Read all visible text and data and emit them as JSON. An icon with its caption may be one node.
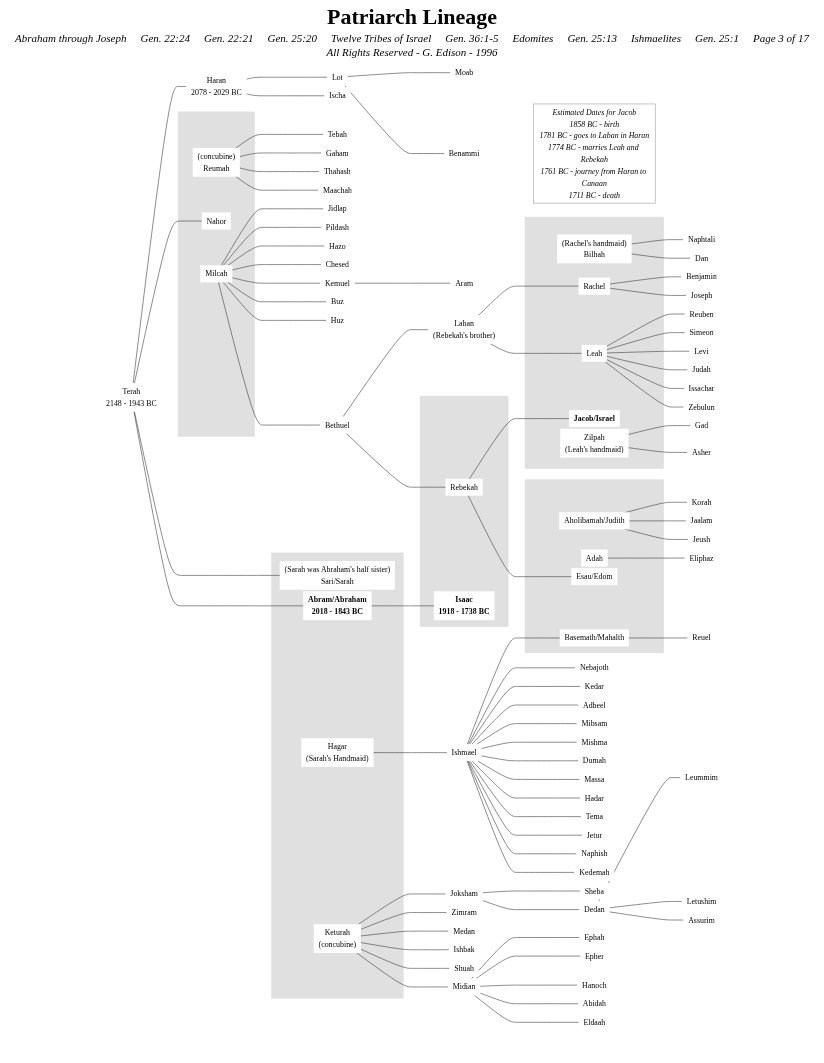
{
  "diagram": {
    "title": "Patriarch Lineage",
    "nodes": [
      {
        "text": [
          "Terah",
          "2148 - 1943 BC"
        ]
      },
      {
        "text": [
          "Haran",
          "2078 - 2029 BC"
        ]
      },
      {
        "text": [
          "Lot"
        ]
      },
      {
        "text": [
          "Ischa"
        ]
      },
      {
        "text": [
          "Moab"
        ]
      },
      {
        "text": [
          "Benammi"
        ]
      },
      {
        "text": [],
        "shape": "box"
      },
      {
        "text": [
          "(concubine)",
          "Reumah"
        ],
        "in": 6
      },
      {
        "text": [
          "Nahor"
        ],
        "in": 6
      },
      {
        "text": [
          "Milcah"
        ],
        "in": 6
      },
      {
        "text": [
          "Tebah"
        ]
      },
      {
        "text": [
          "Gaham"
        ]
      },
      {
        "text": [
          "Thahash"
        ]
      },
      {
        "text": [
          "Maachah"
        ]
      },
      {
        "text": [
          "Jidlap"
        ]
      },
      {
        "text": [
          "Pildash"
        ]
      },
      {
        "text": [
          "Hazo"
        ]
      },
      {
        "text": [
          "Chesed"
        ]
      },
      {
        "text": [
          "Kemuel"
        ]
      },
      {
        "text": [
          "Buz"
        ]
      },
      {
        "text": [
          "Huz"
        ]
      },
      {
        "text": [
          "Bethuel"
        ]
      },
      {
        "text": [
          "Aram"
        ]
      },
      {
        "text": [
          "Laban",
          "(Rebekah's brother)"
        ]
      },
      {
        "text": [],
        "shape": "box"
      },
      {
        "text": [
          "Rebekah"
        ],
        "in": 24
      },
      {
        "text": [
          "Isaac",
          "1918 - 1738 BC"
        ],
        "in": 24
      },
      {
        "text": [],
        "shape": "box"
      },
      {
        "text": [
          "(Rachel's handmaid)",
          "Bilhah"
        ],
        "in": 27
      },
      {
        "text": [
          "Rachel"
        ],
        "in": 27
      },
      {
        "text": [
          "Jacob/Israel"
        ],
        "in": 27
      },
      {
        "text": [
          "Leah"
        ],
        "in": 27
      },
      {
        "text": [
          "Zilpah",
          "(Leah's handmaid)"
        ],
        "in": 27
      },
      {
        "text": [
          "Naphtali"
        ]
      },
      {
        "text": [
          "Dan"
        ]
      },
      {
        "text": [
          "Benjamin"
        ]
      },
      {
        "text": [
          "Joseph"
        ]
      },
      {
        "text": [
          "Reuben"
        ]
      },
      {
        "text": [
          "Simeon"
        ]
      },
      {
        "text": [
          "Levi"
        ]
      },
      {
        "text": [
          "Judah"
        ]
      },
      {
        "text": [
          "Issachar"
        ]
      },
      {
        "text": [
          "Zebulun"
        ]
      },
      {
        "text": [
          "Gad"
        ]
      },
      {
        "text": [
          "Asher"
        ]
      },
      {
        "text": [
          "Korah"
        ]
      },
      {
        "text": [
          "Jaalam"
        ]
      },
      {
        "text": [
          "Jeush"
        ]
      },
      {
        "text": [],
        "shape": "box"
      },
      {
        "text": [
          "Aholibamah/Judith"
        ],
        "in": 48
      },
      {
        "text": [
          "Adah"
        ],
        "in": 48
      },
      {
        "text": [
          "Esau/Edom"
        ],
        "in": 48
      },
      {
        "text": [
          "Basemath/Mahalth"
        ],
        "in": 48
      },
      {
        "text": [
          "Eliphaz"
        ]
      },
      {
        "text": [
          "Reuel"
        ]
      },
      {
        "text": [],
        "shape": "box"
      },
      {
        "text": [
          "(Sarah was Abraham's half sister)",
          "Sari/Sarah"
        ],
        "in": 55
      },
      {
        "text": [
          "Abram/Abraham",
          "2018 - 1843 BC"
        ],
        "in": 55
      },
      {
        "text": [
          "Hagar",
          "(Sarah's Handmaid)"
        ],
        "in": 55
      },
      {
        "text": [
          "Keturah",
          "(concubine)"
        ],
        "in": 55
      },
      {
        "text": [
          "Ishmael"
        ]
      },
      {
        "text": [
          "Nebajoth"
        ]
      },
      {
        "text": [
          "Kedar"
        ]
      },
      {
        "text": [
          "Adbeel"
        ]
      },
      {
        "text": [
          "Mibsam"
        ]
      },
      {
        "text": [
          "Mishma"
        ]
      },
      {
        "text": [
          "Dumah"
        ]
      },
      {
        "text": [
          "Massa"
        ]
      },
      {
        "text": [
          "Hadar"
        ]
      },
      {
        "text": [
          "Tema"
        ]
      },
      {
        "text": [
          "Jetur"
        ]
      },
      {
        "text": [
          "Naphish"
        ]
      },
      {
        "text": [
          "Kedemah"
        ]
      },
      {
        "text": [
          "Joksham"
        ]
      },
      {
        "text": [
          "Zimram"
        ]
      },
      {
        "text": [
          "Medan"
        ]
      },
      {
        "text": [
          "Ishbak"
        ]
      },
      {
        "text": [
          "Shuah"
        ]
      },
      {
        "text": [
          "Midian"
        ]
      },
      {
        "text": [
          "Sheba"
        ]
      },
      {
        "text": [
          "Dedan"
        ]
      },
      {
        "text": [
          "Leummim"
        ]
      },
      {
        "text": [
          "Letushim"
        ]
      },
      {
        "text": [
          "Assurim"
        ]
      },
      {
        "text": [
          "Ephah"
        ]
      },
      {
        "text": [
          "Epher"
        ]
      },
      {
        "text": [
          "Hanoch"
        ]
      },
      {
        "text": [
          "Abidah"
        ]
      },
      {
        "text": [
          "Eldaah"
        ]
      },
      {
        "text": [
          "Estimated Dates for Jacob",
          "1858 BC - birth",
          "1781 BC - goes to Laban in Haran",
          "1774 BC - marries Leah and Rebekah",
          "1761 BC - journey from Haran to Canaan",
          "1711 BC - death"
        ]
      }
    ],
    "edges": [
      {
        "from": 0,
        "to": 1,
        "arrow": "none"
      },
      {
        "from": 0,
        "to": 8,
        "arrow": "none"
      },
      {
        "from": 0,
        "to": 56,
        "arrow": "none"
      },
      {
        "from": 0,
        "to": 57,
        "arrow": "none"
      },
      {
        "from": 1,
        "to": 2,
        "arrow": "none"
      },
      {
        "from": 1,
        "to": 3,
        "arrow": "none"
      },
      {
        "from": 2,
        "to": 4,
        "arrow": "none"
      },
      {
        "from": 2,
        "to": 5,
        "arrow": "none"
      },
      {
        "from": 7,
        "to": 10,
        "arrow": "none"
      },
      {
        "from": 7,
        "to": 11,
        "arrow": "none"
      },
      {
        "from": 7,
        "to": 12,
        "arrow": "none"
      },
      {
        "from": 7,
        "to": 13,
        "arrow": "none"
      },
      {
        "from": 9,
        "to": 14,
        "arrow": "none"
      },
      {
        "from": 9,
        "to": 15,
        "arrow": "none"
      },
      {
        "from": 9,
        "to": 16,
        "arrow": "none"
      },
      {
        "from": 9,
        "to": 17,
        "arrow": "none"
      },
      {
        "from": 9,
        "to": 18,
        "arrow": "none"
      },
      {
        "from": 9,
        "to": 19,
        "arrow": "none"
      },
      {
        "from": 9,
        "to": 20,
        "arrow": "none"
      },
      {
        "from": 9,
        "to": 21,
        "arrow": "none"
      },
      {
        "from": 18,
        "to": 22,
        "arrow": "none"
      },
      {
        "from": 21,
        "to": 23,
        "arrow": "none"
      },
      {
        "from": 21,
        "to": 25,
        "arrow": "none"
      },
      {
        "from": 57,
        "to": 26,
        "arrow": "none"
      },
      {
        "from": 23,
        "to": 29,
        "arrow": "none"
      },
      {
        "from": 23,
        "to": 31,
        "arrow": "none"
      },
      {
        "from": 25,
        "to": 30,
        "arrow": "none"
      },
      {
        "from": 25,
        "to": 51,
        "arrow": "none"
      },
      {
        "from": 28,
        "to": 33,
        "arrow": "none"
      },
      {
        "from": 28,
        "to": 34,
        "arrow": "none"
      },
      {
        "from": 29,
        "to": 35,
        "arrow": "none"
      },
      {
        "from": 29,
        "to": 36,
        "arrow": "none"
      },
      {
        "from": 31,
        "to": 37,
        "arrow": "none"
      },
      {
        "from": 31,
        "to": 38,
        "arrow": "none"
      },
      {
        "from": 31,
        "to": 39,
        "arrow": "none"
      },
      {
        "from": 31,
        "to": 40,
        "arrow": "none"
      },
      {
        "from": 31,
        "to": 41,
        "arrow": "none"
      },
      {
        "from": 31,
        "to": 42,
        "arrow": "none"
      },
      {
        "from": 32,
        "to": 43,
        "arrow": "none"
      },
      {
        "from": 32,
        "to": 44,
        "arrow": "none"
      },
      {
        "from": 49,
        "to": 45,
        "arrow": "none"
      },
      {
        "from": 49,
        "to": 46,
        "arrow": "none"
      },
      {
        "from": 49,
        "to": 47,
        "arrow": "none"
      },
      {
        "from": 50,
        "to": 53,
        "arrow": "none"
      },
      {
        "from": 52,
        "to": 54,
        "arrow": "none"
      },
      {
        "from": 58,
        "to": 60,
        "arrow": "none"
      },
      {
        "from": 60,
        "to": 52,
        "arrow": "none"
      },
      {
        "from": 60,
        "to": 61,
        "arrow": "none"
      },
      {
        "from": 60,
        "to": 62,
        "arrow": "none"
      },
      {
        "from": 60,
        "to": 63,
        "arrow": "none"
      },
      {
        "from": 60,
        "to": 64,
        "arrow": "none"
      },
      {
        "from": 60,
        "to": 65,
        "arrow": "none"
      },
      {
        "from": 60,
        "to": 66,
        "arrow": "none"
      },
      {
        "from": 60,
        "to": 67,
        "arrow": "none"
      },
      {
        "from": 60,
        "to": 68,
        "arrow": "none"
      },
      {
        "from": 60,
        "to": 69,
        "arrow": "none"
      },
      {
        "from": 60,
        "to": 70,
        "arrow": "none"
      },
      {
        "from": 60,
        "to": 71,
        "arrow": "none"
      },
      {
        "from": 60,
        "to": 72,
        "arrow": "none"
      },
      {
        "from": 59,
        "to": 73,
        "arrow": "none"
      },
      {
        "from": 59,
        "to": 74,
        "arrow": "none"
      },
      {
        "from": 59,
        "to": 75,
        "arrow": "none"
      },
      {
        "from": 59,
        "to": 76,
        "arrow": "none"
      },
      {
        "from": 59,
        "to": 77,
        "arrow": "none"
      },
      {
        "from": 59,
        "to": 78,
        "arrow": "none"
      },
      {
        "from": 73,
        "to": 79,
        "arrow": "none"
      },
      {
        "from": 73,
        "to": 80,
        "arrow": "none"
      },
      {
        "from": 80,
        "to": 81,
        "arrow": "none"
      },
      {
        "from": 80,
        "to": 82,
        "arrow": "none"
      },
      {
        "from": 80,
        "to": 83,
        "arrow": "none"
      },
      {
        "from": 78,
        "to": 84,
        "arrow": "none"
      },
      {
        "from": 78,
        "to": 85,
        "arrow": "none"
      },
      {
        "from": 78,
        "to": 86,
        "arrow": "none"
      },
      {
        "from": 78,
        "to": 87,
        "arrow": "none"
      },
      {
        "from": 78,
        "to": 88,
        "arrow": "none"
      }
    ],
    "labels": [
      "Abraham through Joseph",
      "Gen. 22:24",
      "Gen. 22:21",
      "Gen. 25:20",
      "Twelve Tribes of Israel",
      "Gen. 36:1-5",
      "Edomites",
      "Gen. 25:13",
      "Ishmaelites",
      "Gen. 25:1",
      "Page 3 of 17",
      "All Rights Reserved - G. Edison - 1996"
    ]
  }
}
